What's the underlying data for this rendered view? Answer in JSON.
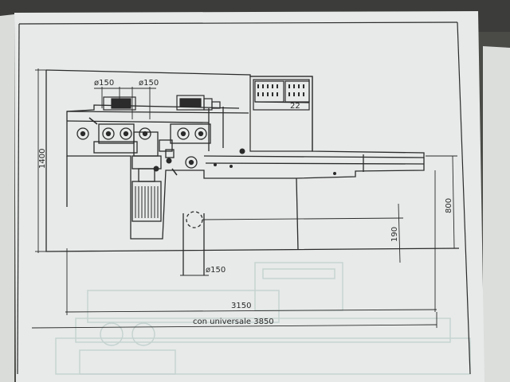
{
  "drawing": {
    "dims": {
      "pulley_left": "ø150",
      "pulley_right": "ø150",
      "height_total": "1400",
      "table_depth": "800",
      "outlet_offset": "190",
      "outlet_diameter": "ø150",
      "length_base": "3150",
      "length_universal": "con universale  3850"
    },
    "panel_number": "22"
  },
  "colors": {
    "paper": "#e6e9e8",
    "line": "#2b2b2b",
    "ghost": "#b9cbc7",
    "background": "#4a4b47"
  }
}
